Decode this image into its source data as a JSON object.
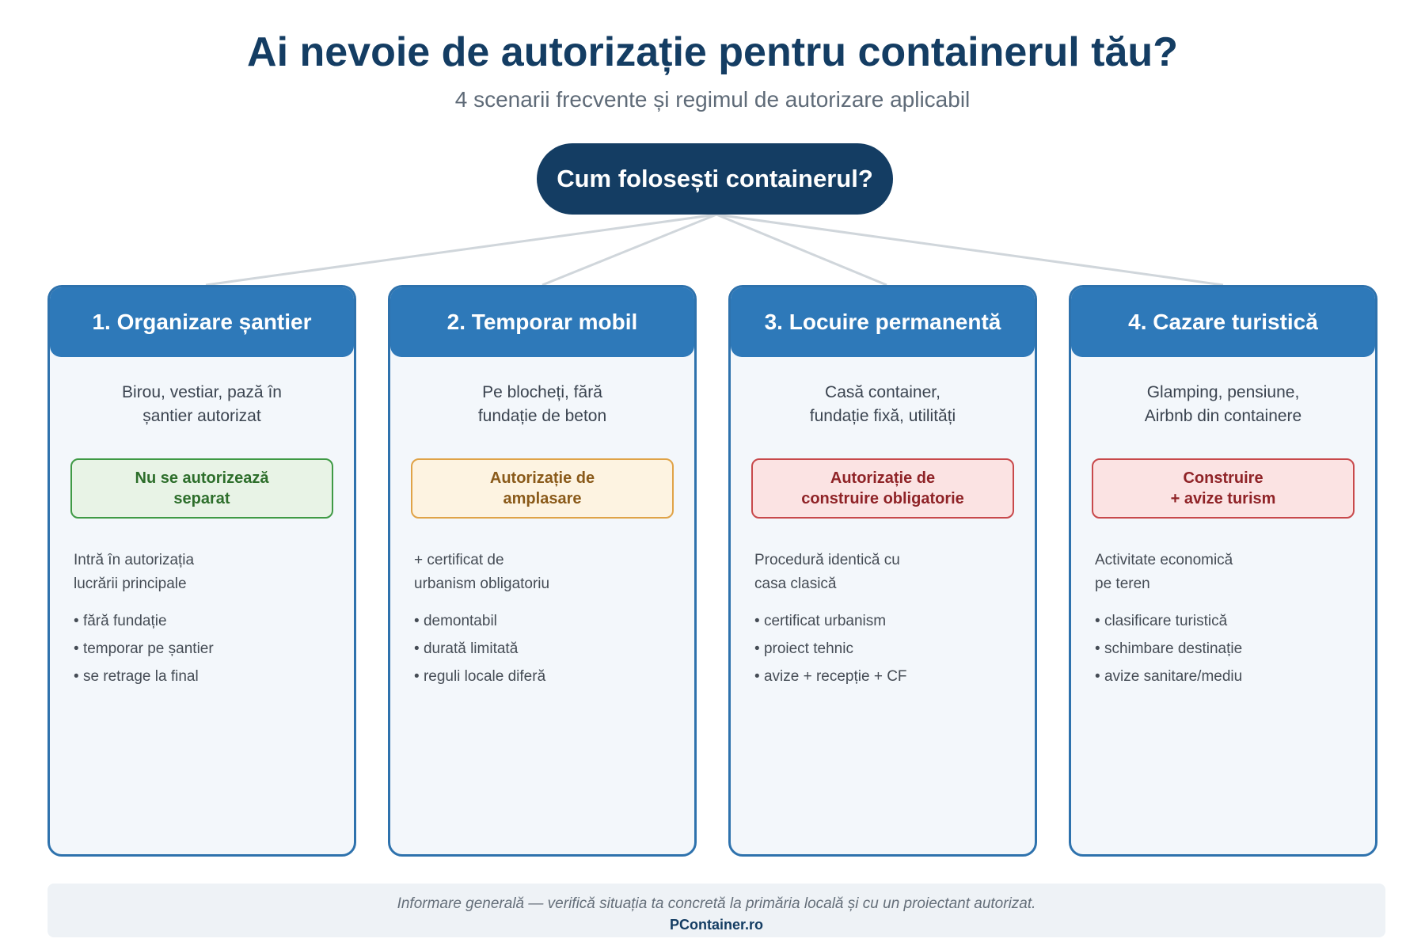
{
  "title": "Ai nevoie de autorizație pentru containerul tău?",
  "subtitle": "4 scenarii frecvente și regimul de autorizare aplicabil",
  "root_question": "Cum folosești containerul?",
  "colors": {
    "navy": "#143d63",
    "card_blue": "#2e79b9",
    "green": "#3f9a45",
    "orange": "#e0a347",
    "red": "#c8494b"
  },
  "cards": [
    {
      "title": "1. Organizare șantier",
      "desc_line1": "Birou, vestiar, pază în",
      "desc_line2": "șantier autorizat",
      "badge_line1": "Nu se autorizează",
      "badge_line2": "separat",
      "note_line1": "Intră în autorizația",
      "note_line2": "lucrării principale",
      "bullets": [
        "fără fundație",
        "temporar pe șantier",
        "se retrage la final"
      ]
    },
    {
      "title": "2. Temporar mobil",
      "desc_line1": "Pe blocheți, fără",
      "desc_line2": "fundație de beton",
      "badge_line1": "Autorizație de",
      "badge_line2": "amplasare",
      "note_line1": "+ certificat de",
      "note_line2": "urbanism obligatoriu",
      "bullets": [
        "demontabil",
        "durată limitată",
        "reguli locale diferă"
      ]
    },
    {
      "title": "3. Locuire permanentă",
      "desc_line1": "Casă container,",
      "desc_line2": "fundație fixă, utilități",
      "badge_line1": "Autorizație de",
      "badge_line2": "construire obligatorie",
      "note_line1": "Procedură identică cu",
      "note_line2": "casa clasică",
      "bullets": [
        "certificat urbanism",
        "proiect tehnic",
        "avize + recepție + CF"
      ]
    },
    {
      "title": "4. Cazare turistică",
      "desc_line1": "Glamping, pensiune,",
      "desc_line2": "Airbnb din containere",
      "badge_line1": "Construire",
      "badge_line2": "+ avize turism",
      "note_line1": "Activitate economică",
      "note_line2": "pe teren",
      "bullets": [
        "clasificare turistică",
        "schimbare destinație",
        "avize sanitare/mediu"
      ]
    }
  ],
  "footer": {
    "note": "Informare generală — verifică situația ta concretă la primăria locală și cu un proiectant autorizat.",
    "brand": "PContainer.ro"
  }
}
